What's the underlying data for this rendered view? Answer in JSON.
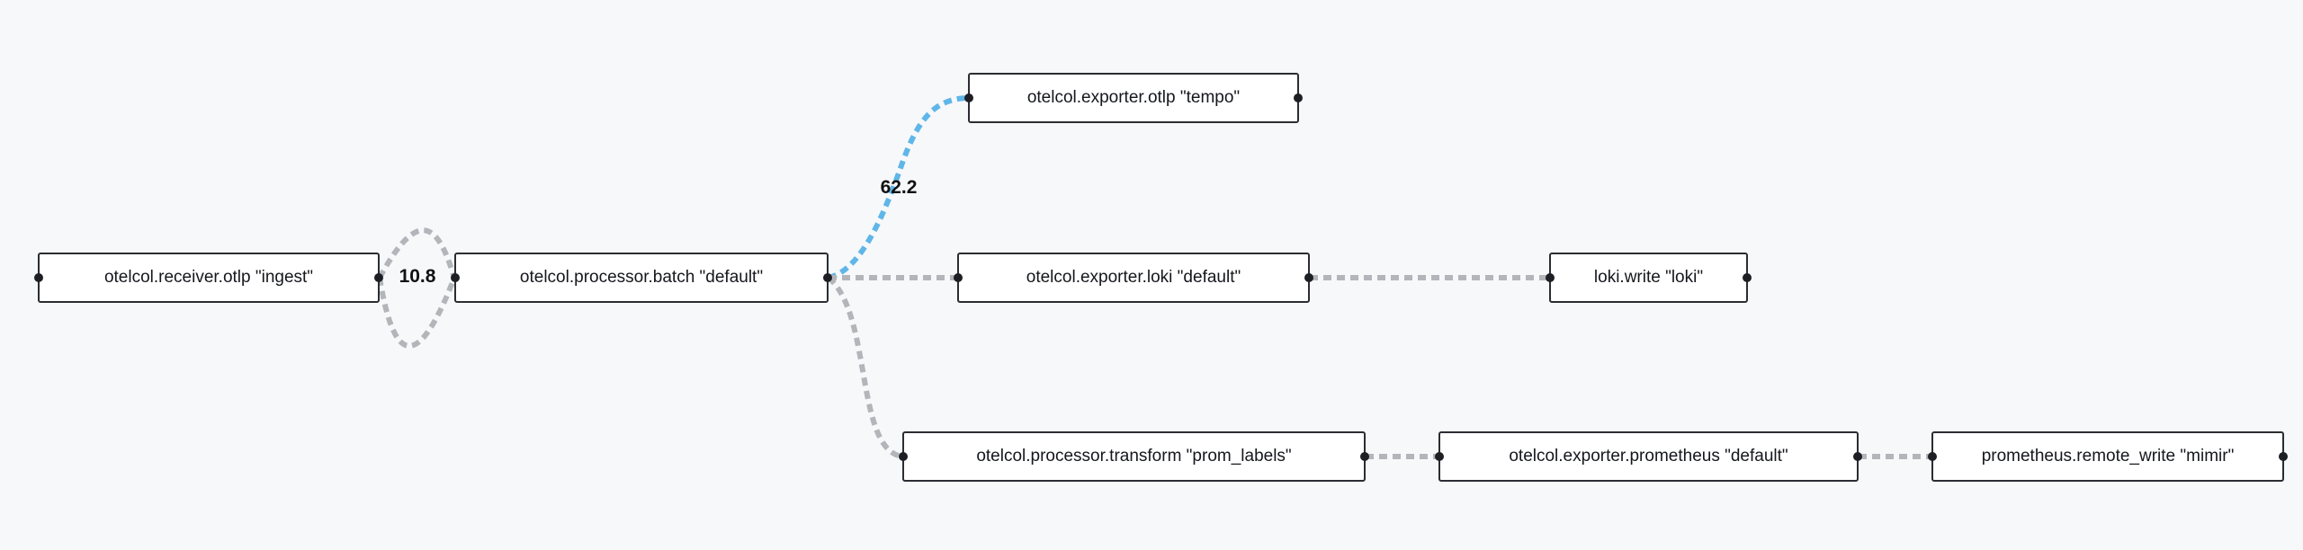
{
  "colors": {
    "edge_default": "#b3b5ba",
    "edge_active": "#5fb6e8",
    "node_border": "#2b2d33"
  },
  "nodes": [
    {
      "id": "receiver_otlp",
      "label": "otelcol.receiver.otlp \"ingest\""
    },
    {
      "id": "processor_batch",
      "label": "otelcol.processor.batch \"default\""
    },
    {
      "id": "exporter_tempo",
      "label": "otelcol.exporter.otlp \"tempo\""
    },
    {
      "id": "exporter_loki",
      "label": "otelcol.exporter.loki \"default\""
    },
    {
      "id": "loki_write",
      "label": "loki.write \"loki\""
    },
    {
      "id": "processor_transform",
      "label": "otelcol.processor.transform \"prom_labels\""
    },
    {
      "id": "exporter_prometheus",
      "label": "otelcol.exporter.prometheus \"default\""
    },
    {
      "id": "remote_write",
      "label": "prometheus.remote_write \"mimir\""
    }
  ],
  "edges": [
    {
      "from": "receiver_otlp",
      "to": "processor_batch",
      "label": "10.8",
      "active": false
    },
    {
      "from": "processor_batch",
      "to": "exporter_tempo",
      "label": "62.2",
      "active": true
    },
    {
      "from": "processor_batch",
      "to": "exporter_loki",
      "label": "",
      "active": false
    },
    {
      "from": "processor_batch",
      "to": "processor_transform",
      "label": "",
      "active": false
    },
    {
      "from": "exporter_loki",
      "to": "loki_write",
      "label": "",
      "active": false
    },
    {
      "from": "processor_transform",
      "to": "exporter_prometheus",
      "label": "",
      "active": false
    },
    {
      "from": "exporter_prometheus",
      "to": "remote_write",
      "label": "",
      "active": false
    }
  ]
}
